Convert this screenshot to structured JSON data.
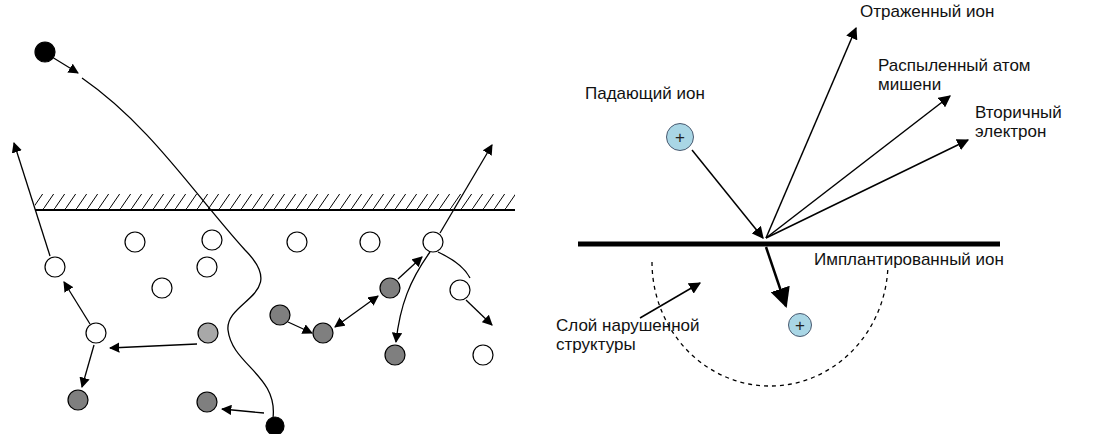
{
  "diagram": {
    "nodes": [
      {
        "text": [
          "+"
        ]
      },
      {
        "text": [
          "+"
        ]
      }
    ],
    "labels": [
      "Отраженный ион",
      "Падающий ион",
      "Распыленный атом мишени",
      "Вторичный электрон",
      "Имплантированный ион",
      "Слой нарушенной структуры"
    ]
  }
}
